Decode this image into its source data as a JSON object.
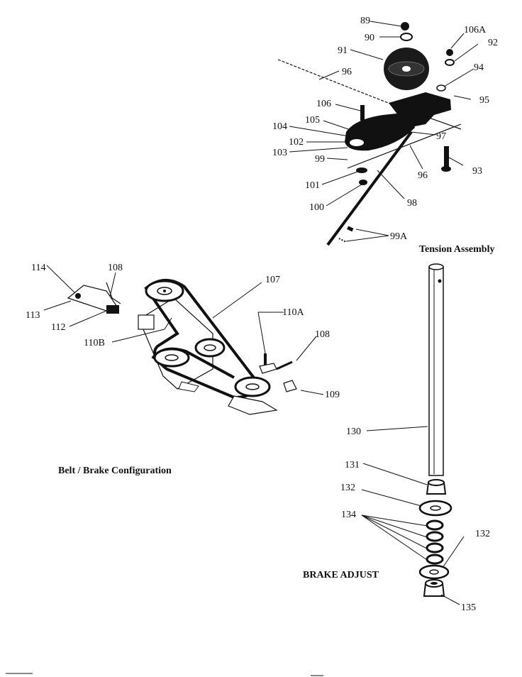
{
  "sections": {
    "tension": "Tension Assembly",
    "belt": "Belt / Brake Configuration",
    "brake": "BRAKE ADJUST"
  },
  "callouts": {
    "c89": "89",
    "c90": "90",
    "c91": "91",
    "c96a": "96",
    "c106a": "106A",
    "c92": "92",
    "c94": "94",
    "c95": "95",
    "c106": "106",
    "c105": "105",
    "c104": "104",
    "c102": "102",
    "c103": "103",
    "c97": "97",
    "c99": "99",
    "c93": "93",
    "c96b": "96",
    "c101": "101",
    "c100": "100",
    "c98": "98",
    "c99a": "99A",
    "c114": "114",
    "c108a": "108",
    "c107": "107",
    "c113": "113",
    "c112": "112",
    "c110b": "110B",
    "c110a": "110A",
    "c108b": "108",
    "c109": "109",
    "c130": "130",
    "c131": "131",
    "c132a": "132",
    "c134": "134",
    "c132b": "132",
    "c135": "135"
  }
}
